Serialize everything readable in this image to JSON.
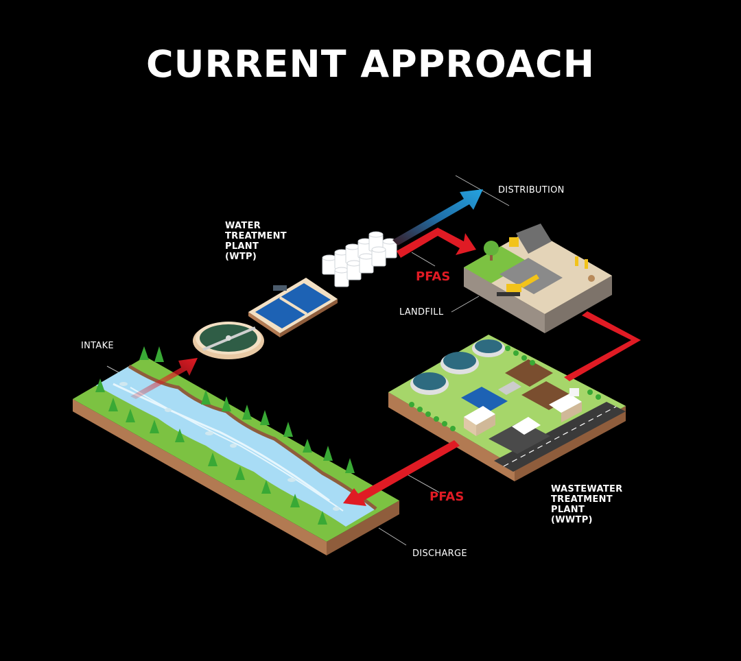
{
  "title": "CURRENT APPROACH",
  "labels": {
    "distribution": "DISTRIBUTION",
    "wtp_line1": "WATER",
    "wtp_line2": "TREATMENT",
    "wtp_line3": "PLANT",
    "wtp_line4": "(WTP)",
    "intake": "INTAKE",
    "landfill": "LANDFILL",
    "wwtp_line1": "WASTEWATER",
    "wwtp_line2": "TREATMENT",
    "wwtp_line3": "PLANT",
    "wwtp_line4": "(WWTP)",
    "discharge": "DISCHARGE",
    "pfas_upper": "PFAS",
    "pfas_lower": "PFAS"
  },
  "colors": {
    "pfas_red": "#e01b24",
    "distribution_blue": "#1e8fd0",
    "grass": "#7cc242",
    "soil": "#e8c9a4",
    "water": "#a8dcf5"
  }
}
